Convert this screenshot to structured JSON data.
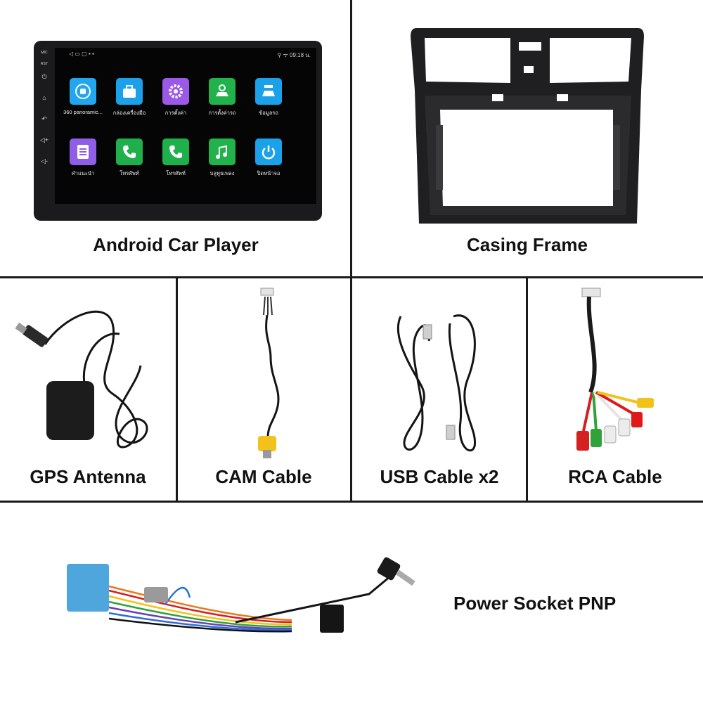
{
  "items": [
    {
      "label": "Android Car Player"
    },
    {
      "label": "Casing Frame"
    },
    {
      "label": "GPS Antenna"
    },
    {
      "label": "CAM Cable"
    },
    {
      "label": "USB Cable x2"
    },
    {
      "label": "RCA Cable"
    },
    {
      "label": "Power Socket PNP"
    }
  ],
  "device": {
    "side_buttons": [
      {
        "icon": "mic-label",
        "text": "MIC"
      },
      {
        "icon": "rst-label",
        "text": "RST"
      },
      {
        "icon": "power-icon",
        "text": "⏻"
      },
      {
        "icon": "home-icon",
        "text": "⌂"
      },
      {
        "icon": "back-icon",
        "text": "↶"
      },
      {
        "icon": "volume-up-icon",
        "text": "◁+"
      },
      {
        "icon": "volume-down-icon",
        "text": "◁-"
      }
    ],
    "status_bar": {
      "left_icons": "◁   ▭   ▢   ▪ ▪",
      "right": "⚲ ᯤ 09:18 น."
    },
    "apps": [
      {
        "label": "360 panoramic...",
        "icon": "car-360-icon",
        "color": "#22a6f0"
      },
      {
        "label": "กล่องเครื่องมือ",
        "icon": "toolbox-icon",
        "color": "#1aa1ea"
      },
      {
        "label": "การตั้งค่า",
        "icon": "settings-gear-icon",
        "color": "#9b59e8"
      },
      {
        "label": "การตั้งค่ารถ",
        "icon": "car-settings-icon",
        "color": "#22b24c"
      },
      {
        "label": "ข้อมูลรถ",
        "icon": "car-info-icon",
        "color": "#1aa1ea"
      },
      {
        "label": "คำแนะนำ",
        "icon": "manual-list-icon",
        "color": "#8e5ee6"
      },
      {
        "label": "โทรศัพท์",
        "icon": "phone-icon",
        "color": "#20b04b"
      },
      {
        "label": "โทรศัพท์",
        "icon": "phone-icon",
        "color": "#20b04b"
      },
      {
        "label": "บลูทูธเพลง",
        "icon": "bluetooth-music-icon",
        "color": "#22b24c"
      },
      {
        "label": "ปิดหน้าจอ",
        "icon": "screen-off-icon",
        "color": "#1aa1ea"
      }
    ]
  }
}
